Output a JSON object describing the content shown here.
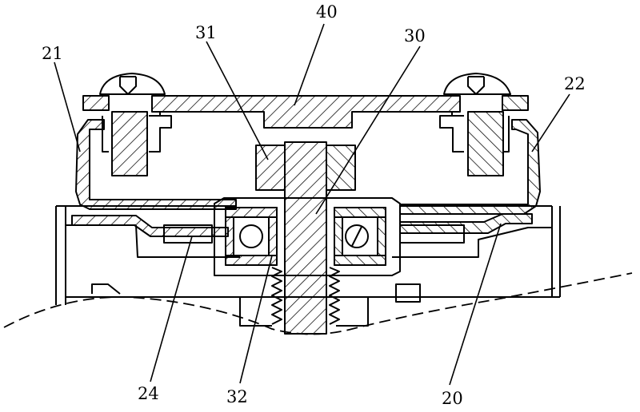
{
  "labels": {
    "p40": "40",
    "p31": "31",
    "p30": "30",
    "p21": "21",
    "p22": "22",
    "p24": "24",
    "p32": "32",
    "p20": "20"
  },
  "colors": {
    "line": "#000000",
    "background": "#ffffff"
  }
}
